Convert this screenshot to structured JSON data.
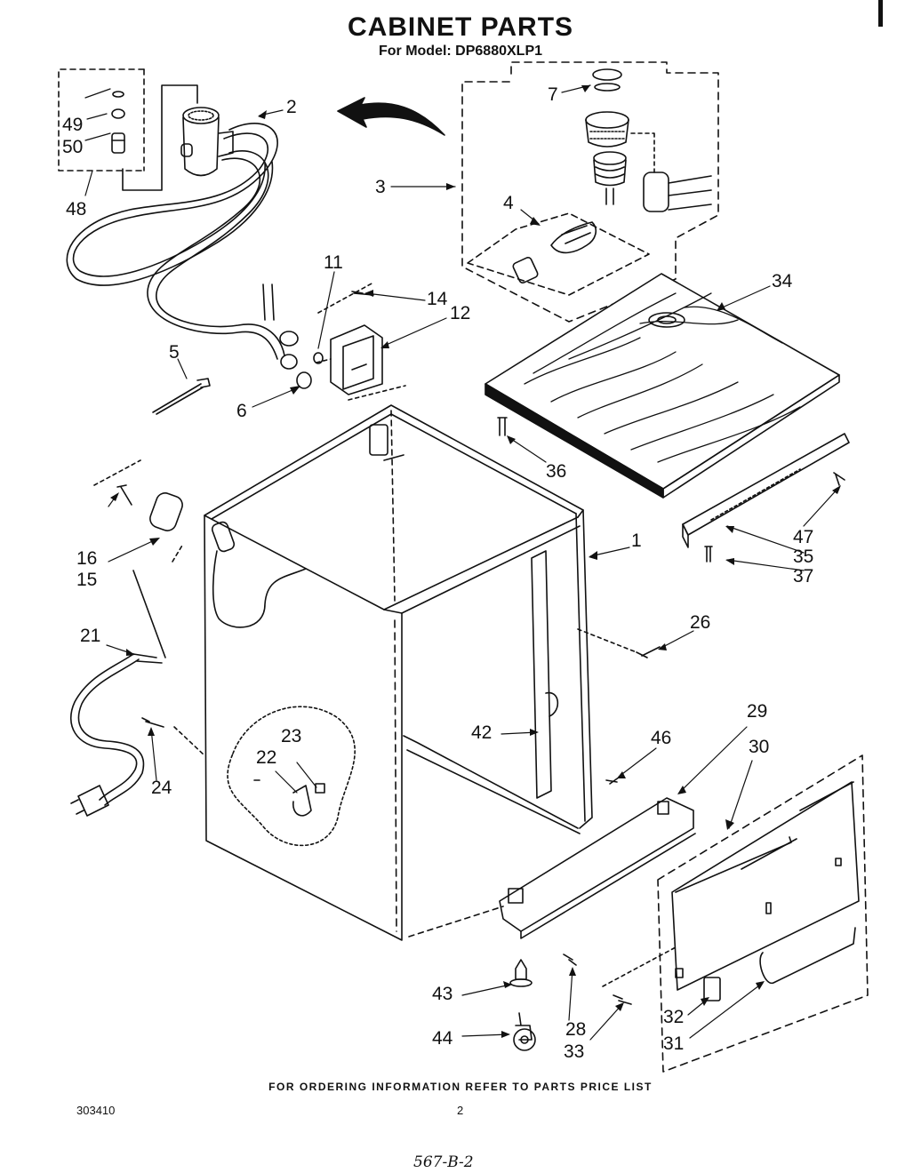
{
  "page": {
    "title": "CABINET PARTS",
    "subtitle": "For Model: DP6880XLP1",
    "footer": "FOR ORDERING INFORMATION REFER TO PARTS PRICE LIST",
    "doc_number": "303410",
    "page_number": "2",
    "handwritten_note": "567-B-2"
  },
  "callouts": {
    "c1": "1",
    "c2": "2",
    "c3": "3",
    "c4": "4",
    "c5": "5",
    "c6": "6",
    "c7": "7",
    "c11": "11",
    "c12": "12",
    "c14": "14",
    "c15": "15",
    "c16": "16",
    "c21": "21",
    "c22": "22",
    "c23": "23",
    "c24": "24",
    "c26": "26",
    "c28": "28",
    "c29": "29",
    "c30": "30",
    "c31": "31",
    "c32": "32",
    "c33": "33",
    "c34": "34",
    "c35": "35",
    "c36": "36",
    "c37": "37",
    "c42": "42",
    "c43": "43",
    "c44": "44",
    "c46": "46",
    "c47": "47",
    "c48": "48",
    "c49": "49",
    "c50": "50"
  }
}
